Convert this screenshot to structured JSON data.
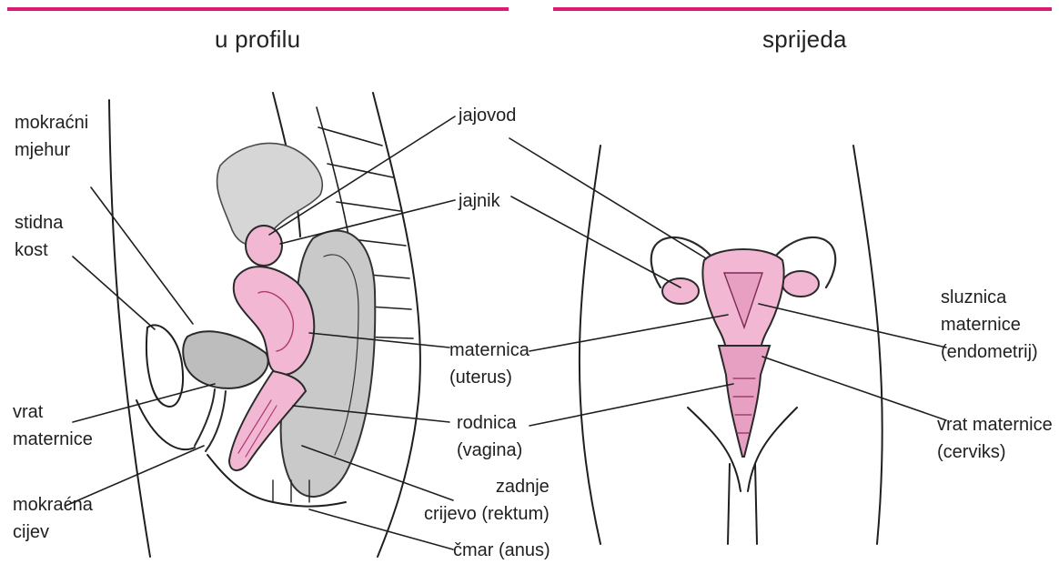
{
  "colors": {
    "accent": "#d81b74",
    "tissue_pink": "#f2b8d3",
    "tissue_pink_dark": "#c2477f",
    "tissue_gray": "#cfcfcf",
    "ink": "#1f1f1f"
  },
  "profile": {
    "title": "u profilu",
    "labels": {
      "bladder": [
        "mokraćni",
        "mjehur"
      ],
      "pubic_bone": [
        "stidna",
        "kost"
      ],
      "cervix": [
        "vrat",
        "maternice"
      ],
      "urethra": [
        "mokraćna",
        "cijev"
      ],
      "fallopian_tube": [
        "jajovod"
      ],
      "ovary": [
        "jajnik"
      ],
      "uterus": [
        "maternica",
        "(uterus)"
      ],
      "vagina": [
        "rodnica",
        "(vagina)"
      ],
      "rectum": [
        "zadnje",
        "crijevo (rektum)"
      ],
      "anus": [
        "čmar (anus)"
      ]
    }
  },
  "front": {
    "title": "sprijeda",
    "labels": {
      "endometrium": [
        "sluznica",
        "maternice",
        "(endometrij)"
      ],
      "cervix": [
        "vrat maternice",
        "(cerviks)"
      ]
    }
  }
}
